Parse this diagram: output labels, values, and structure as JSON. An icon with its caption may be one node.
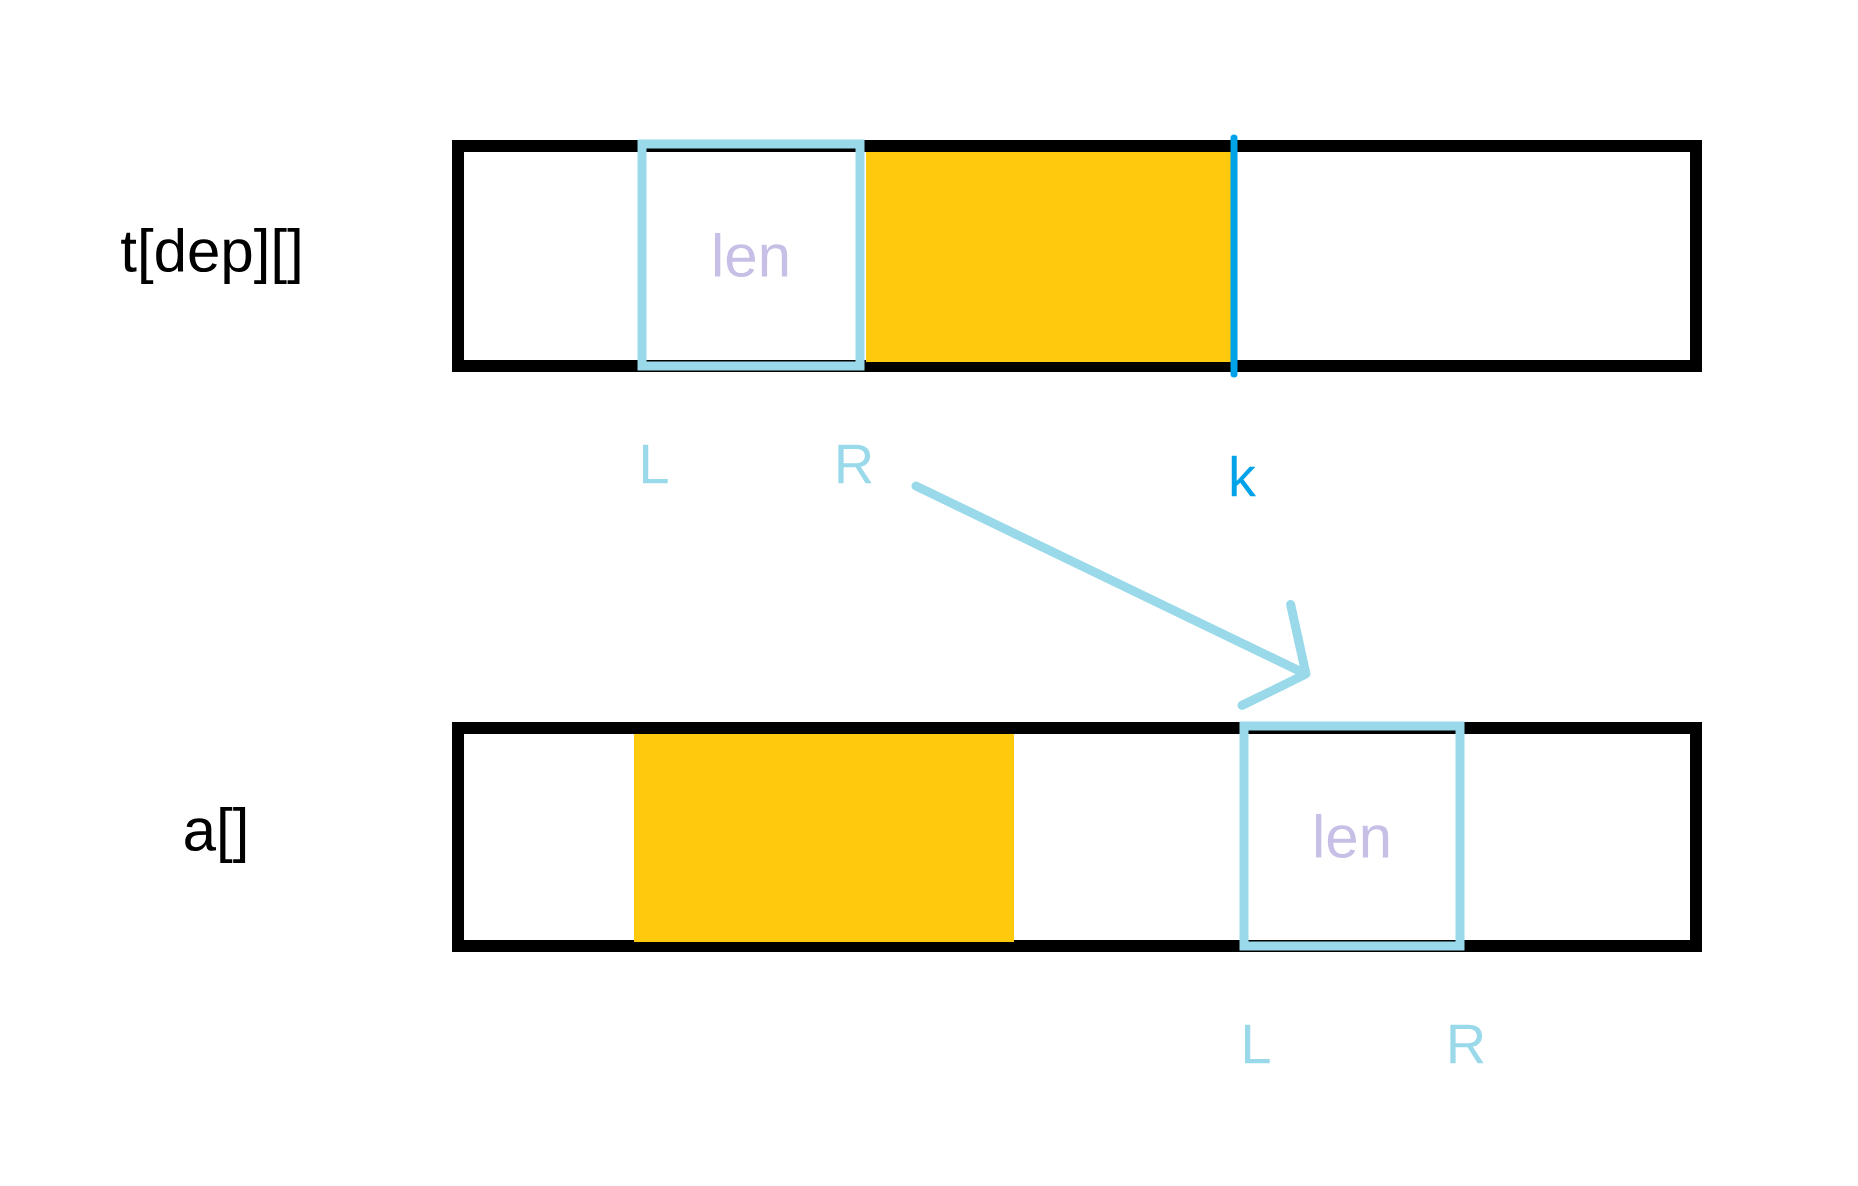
{
  "diagram": {
    "nodes": [
      {
        "text": [
          "t[dep][]"
        ]
      },
      {
        "text": [
          "len"
        ],
        "in": 0,
        "beside": [
          "L",
          "R"
        ]
      },
      {
        "text": [],
        "shape": "box",
        "in": 0
      },
      {
        "text": [
          "a[]"
        ]
      },
      {
        "text": [],
        "shape": "box",
        "in": 3
      },
      {
        "text": [
          "len"
        ],
        "in": 3,
        "beside": [
          "L",
          "R"
        ]
      }
    ],
    "edges": [
      {
        "from": 1,
        "to": 5,
        "arrow": "to"
      }
    ],
    "labels": [
      "k"
    ]
  }
}
